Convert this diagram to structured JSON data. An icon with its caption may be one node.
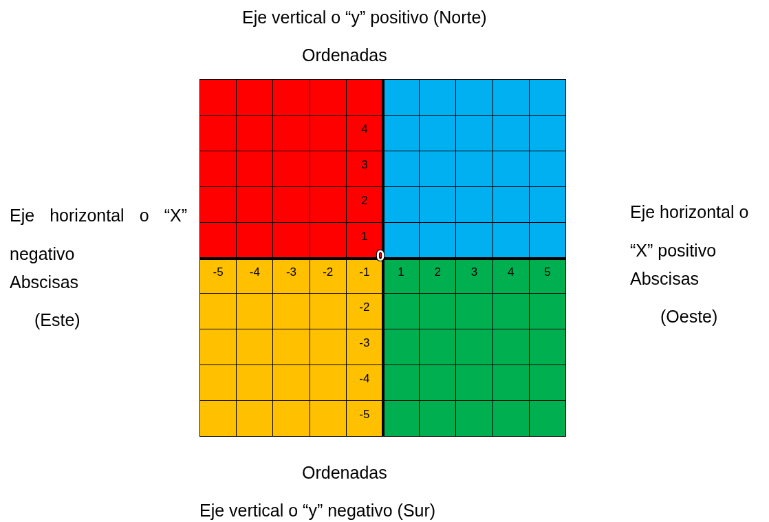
{
  "diagram": {
    "labels": [
      "Eje vertical o “y” positivo (Norte)",
      "Ordenadas",
      "Eje horizontal o “X” negativo",
      "Abscisas",
      "(Este)",
      "Eje horizontal o “X” positivo",
      "Abscisas",
      "(Oeste)",
      "0",
      "-5",
      "-4",
      "-3",
      "-2",
      "-1",
      "1",
      "2",
      "3",
      "4",
      "5",
      "4",
      "3",
      "2",
      "1",
      "-2",
      "-3",
      "-4",
      "-5",
      "Ordenadas",
      "Eje vertical o “y” negativo (Sur)"
    ]
  }
}
